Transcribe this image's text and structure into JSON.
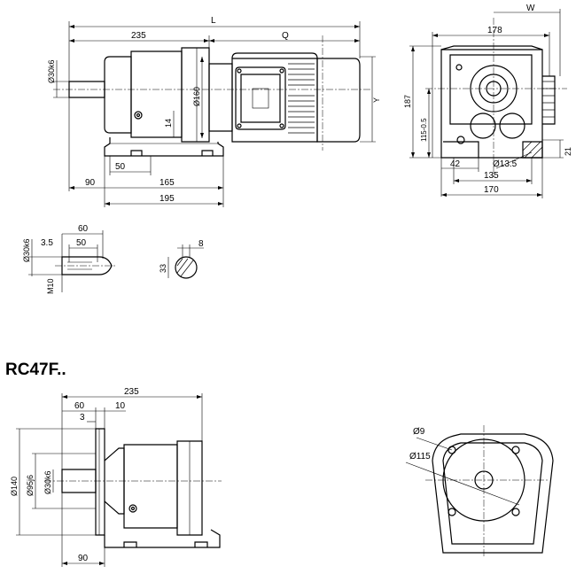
{
  "top_view": {
    "dims": {
      "L": "L",
      "Q": "Q",
      "d235": "235",
      "d90": "90",
      "d165": "165",
      "d195": "195",
      "d50": "50",
      "d14": "14",
      "dia160": "Ø160",
      "dia30k6": "Ø30k6",
      "Y": "Y"
    }
  },
  "end_view": {
    "dims": {
      "W": "W",
      "d178": "178",
      "d187": "187",
      "d115": "115-0.5",
      "d42": "42",
      "dia13_5": "Ø13.5",
      "d135": "135",
      "d170": "170",
      "d21": "21"
    }
  },
  "shaft_detail": {
    "dims": {
      "d60": "60",
      "d3_5": "3.5",
      "d50": "50",
      "dia30k6": "Ø30k6",
      "M10": "M10",
      "d8": "8",
      "d33": "33"
    }
  },
  "flange_section": {
    "title": "RC47F..",
    "dims": {
      "d235": "235",
      "d60": "60",
      "d3": "3",
      "d10": "10",
      "dia140": "Ø140",
      "dia95j6": "Ø95j6",
      "dia30k6": "Ø30k6",
      "d90": "90"
    }
  },
  "flange_face": {
    "dims": {
      "dia9": "Ø9",
      "dia115": "Ø115"
    }
  }
}
